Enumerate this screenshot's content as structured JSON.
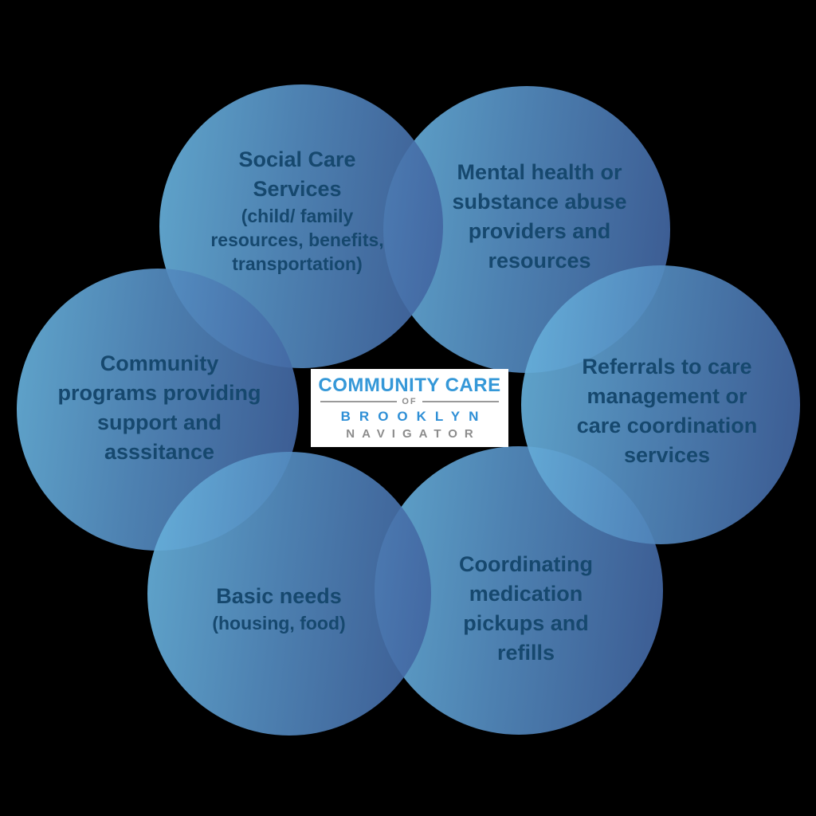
{
  "diagram": {
    "type": "venn-ring-infographic",
    "background_color": "#000000",
    "circle_gradient_light": "#68B3DD",
    "circle_gradient_dark": "#40629E",
    "label_text_color": "#16486E",
    "circles": {
      "social_care": {
        "lines": [
          "Social Care",
          "Services",
          "(child/ family",
          "resources, benefits,",
          "transportation)"
        ]
      },
      "mental_health": {
        "lines": [
          "Mental health or",
          "substance abuse",
          "providers and",
          "resources"
        ]
      },
      "community_programs": {
        "lines": [
          "Community",
          "programs providing",
          "support and",
          "asssitance"
        ]
      },
      "referrals": {
        "lines": [
          "Referrals to care",
          "management or",
          "care coordination",
          "services"
        ]
      },
      "basic_needs": {
        "lines": [
          "Basic needs",
          "(housing, food)"
        ]
      },
      "medication": {
        "lines": [
          "Coordinating",
          "medication",
          "pickups and",
          "refills"
        ]
      }
    },
    "logo": {
      "title": "COMMUNITY CARE",
      "of": "OF",
      "brooklyn": "BROOKLYN",
      "navigator": "NAVIGATOR",
      "title_color": "#3598D8",
      "brooklyn_color": "#2E8FD6",
      "gray_color": "#8C8C8C",
      "background_color": "#FFFFFF"
    }
  }
}
